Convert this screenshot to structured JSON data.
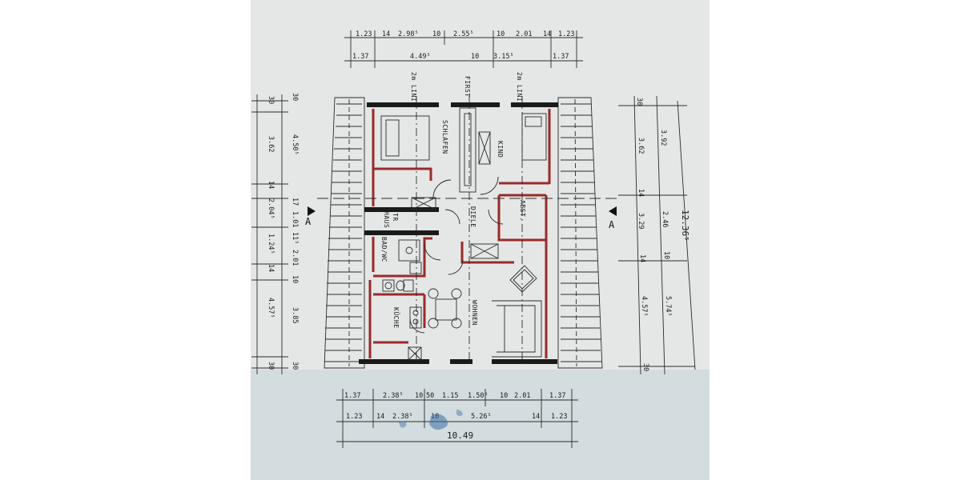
{
  "plan": {
    "rooms": {
      "schlafen": "SCHLAFEN",
      "kind": "KIND",
      "diele": "DIELE",
      "abst": "ABST.",
      "tr": "TR",
      "haus": "HAUS",
      "bad_wc": "BAD/WC",
      "kueche": "KÜCHE",
      "wohnen": "WOHNEN"
    },
    "lines": {
      "first": "FIRST",
      "linie_left": "2m LINIE",
      "linie_right": "2m LINIE"
    },
    "section_marks": {
      "left": "A",
      "right": "A"
    },
    "dims_top_row1": [
      "1.23",
      "14",
      "2.98⁵",
      "10",
      "2.55⁵",
      "10",
      "2.01",
      "14",
      "1.23"
    ],
    "dims_top_row2": [
      "1.37",
      "4.49⁵",
      "10",
      "3.15⁵",
      "1.37"
    ],
    "dims_bottom_row1": [
      "1.37",
      "2.38⁵",
      "10",
      "50",
      "1.15",
      "1.50⁵",
      "10",
      "2.01",
      "1.37"
    ],
    "dims_bottom_row2": [
      "1.23",
      "14",
      "2.38⁵",
      "10",
      "5.26⁵",
      "14",
      "1.23"
    ],
    "dims_bottom_total": "10.49",
    "dims_left_outer": [
      "30",
      "3.62",
      "14",
      "2.04⁵",
      "1.24⁵",
      "14",
      "4.57⁵",
      "30"
    ],
    "dims_left_inner": [
      "30",
      "4.50⁵",
      "17",
      "1.01",
      "11⁵",
      "2.01",
      "10",
      "3.85",
      "30"
    ],
    "dims_right_inner": [
      "30",
      "3.62",
      "14",
      "3.29",
      "14",
      "4.57⁵",
      "30"
    ],
    "dims_right_outer": [
      "3.92",
      "2.46",
      "10",
      "5.74⁵"
    ],
    "dims_right_total": "12.36⁵"
  }
}
